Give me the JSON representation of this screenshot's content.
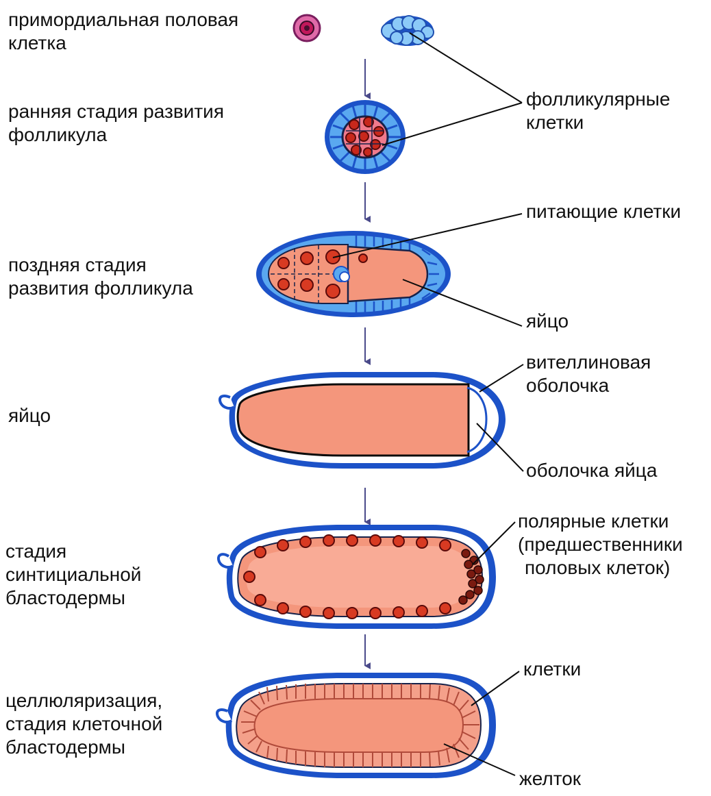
{
  "stages": [
    {
      "id": "primordial",
      "lines": [
        "примордиальная половая",
        "клетка"
      ]
    },
    {
      "id": "early",
      "lines": [
        "ранняя стадия развития",
        "фолликула"
      ]
    },
    {
      "id": "late",
      "lines": [
        "поздняя стадия",
        "развития фолликула"
      ]
    },
    {
      "id": "egg",
      "lines": [
        "яйцо"
      ]
    },
    {
      "id": "syncytial",
      "lines": [
        "стадия",
        "синтициальной",
        "бластодермы"
      ]
    },
    {
      "id": "cellular",
      "lines": [
        "целлюляризация,",
        "стадия клеточной",
        "бластодермы"
      ]
    }
  ],
  "annotations": {
    "follicle_cells": [
      "фолликулярные",
      "клетки"
    ],
    "nurse_cells": [
      "питающие клетки"
    ],
    "oocyte": [
      "яйцо"
    ],
    "vitelline": [
      "вителлиновая",
      "оболочка"
    ],
    "egg_shell": [
      "оболочка яйца"
    ],
    "pole_cells": [
      "полярные клетки",
      "(предшественники",
      "половых клеток)"
    ],
    "cells": [
      "клетки"
    ],
    "yolk": [
      "желток"
    ]
  },
  "colors": {
    "membrane_blue": "#2a66d8",
    "cell_blue": "#5aa8f0",
    "cytoplasm_salmon": "#f4967c",
    "nucleus_red": "#d83a22",
    "dark_outline": "#16224a",
    "arrow": "#4a4a8a"
  }
}
